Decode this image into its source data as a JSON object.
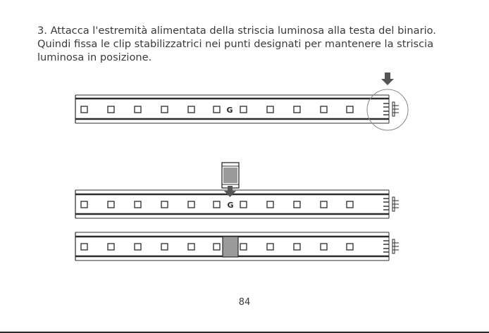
{
  "instruction": {
    "text": "3. Attacca l'estremità alimentata della striscia luminosa alla testa del binario.\nQuindi fissa le clip stabilizzatrici nei punti designati per mantenere la striscia\nluminosa in posizione."
  },
  "logo_mark": "G",
  "page_number": "84",
  "colors": {
    "text": "#3a3a3a",
    "line": "#2b2b2b",
    "arrow": "#555555",
    "clip_fill": "#9a9a9a",
    "circle": "#888888"
  },
  "icons": {
    "down_arrow": "down-arrow-icon",
    "clip": "stabilizer-clip-icon",
    "connector": "connector-pins-icon"
  }
}
